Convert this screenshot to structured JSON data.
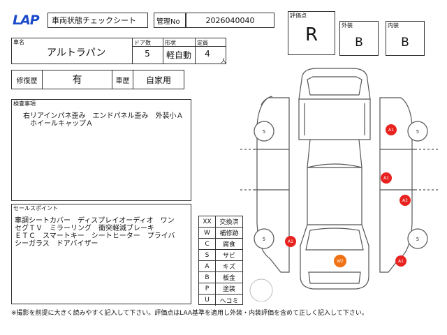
{
  "header": {
    "logo": "LAP",
    "title": "車両状態チェックシート",
    "management_label": "管理No",
    "management_no": "2026040040"
  },
  "grades": {
    "score_label": "評価点",
    "score": "R",
    "exterior_label": "外装",
    "exterior": "B",
    "interior_label": "内装",
    "interior": "B"
  },
  "vehicle": {
    "name_label": "車名",
    "name": "アルトラパン",
    "doors_label": "ドア数",
    "doors": "5",
    "shape_label": "形状",
    "shape": "軽自動",
    "capacity_label": "定員",
    "capacity": "4",
    "capacity_unit": "人"
  },
  "history": {
    "repair_label": "修復歴",
    "repair": "有",
    "usage_label": "車歴",
    "usage": "自家用"
  },
  "inspection": {
    "label": "検査事項",
    "text": "右リアインパネ歪み　エンドパネル歪み　外装小Ａ\n　ホイールキャップＡ"
  },
  "sales_points": {
    "label": "セールスポイント",
    "text": "車調シートカバー　ディスプレイオーディオ　ワン\nセグＴＶ　ミラーリング　衝突軽減ブレーキ\nＥＴＣ　スマートキー　シートヒーター　プライバ\nシーガラス　ドアバイザー"
  },
  "legend": [
    {
      "code": "XX",
      "meaning": "交換済"
    },
    {
      "code": "W",
      "meaning": "補修跡"
    },
    {
      "code": "C",
      "meaning": "腐食"
    },
    {
      "code": "S",
      "meaning": "サビ"
    },
    {
      "code": "A",
      "meaning": "キズ"
    },
    {
      "code": "B",
      "meaning": "板金"
    },
    {
      "code": "P",
      "meaning": "塗装"
    },
    {
      "code": "U",
      "meaning": "ヘコミ"
    }
  ],
  "diagram": {
    "wheel_labels": [
      "5",
      "5",
      "5",
      "5"
    ],
    "marks": [
      {
        "label": "A1",
        "color": "#e8231f"
      },
      {
        "label": "A1",
        "color": "#e8231f"
      },
      {
        "label": "A2",
        "color": "#e8231f"
      },
      {
        "label": "A1",
        "color": "#e8231f"
      },
      {
        "label": "A1",
        "color": "#e8231f"
      },
      {
        "label": "W2",
        "color": "#f07014"
      }
    ]
  },
  "footer": "※撮影を前提に大きく読みやすく記入して下さい。評価点はLAA基準を適用し外装・内装評価を含めて正しく記入して下さい。"
}
